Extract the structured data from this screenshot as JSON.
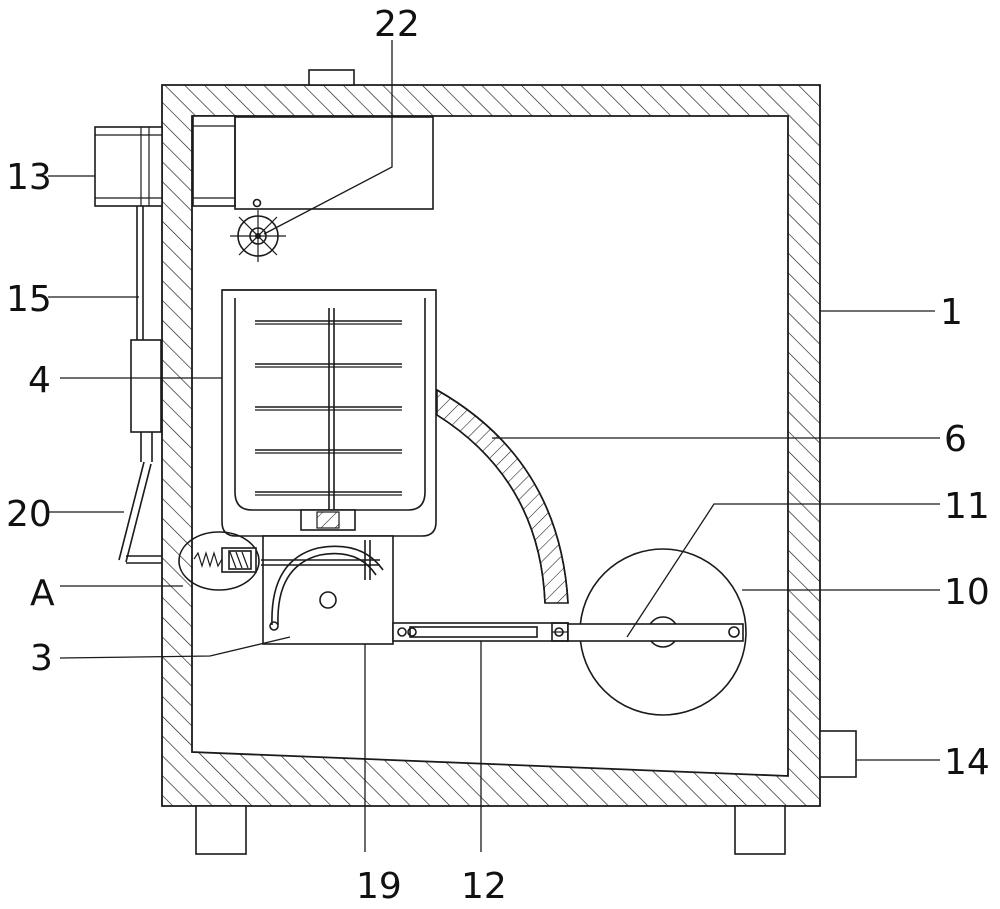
{
  "labels": {
    "l22": "22",
    "l13": "13",
    "l15": "15",
    "l4": "4",
    "l20": "20",
    "lA": "A",
    "l3": "3",
    "l1": "1",
    "l6": "6",
    "l11": "11",
    "l10": "10",
    "l14": "14",
    "l19": "19",
    "l12": "12"
  }
}
